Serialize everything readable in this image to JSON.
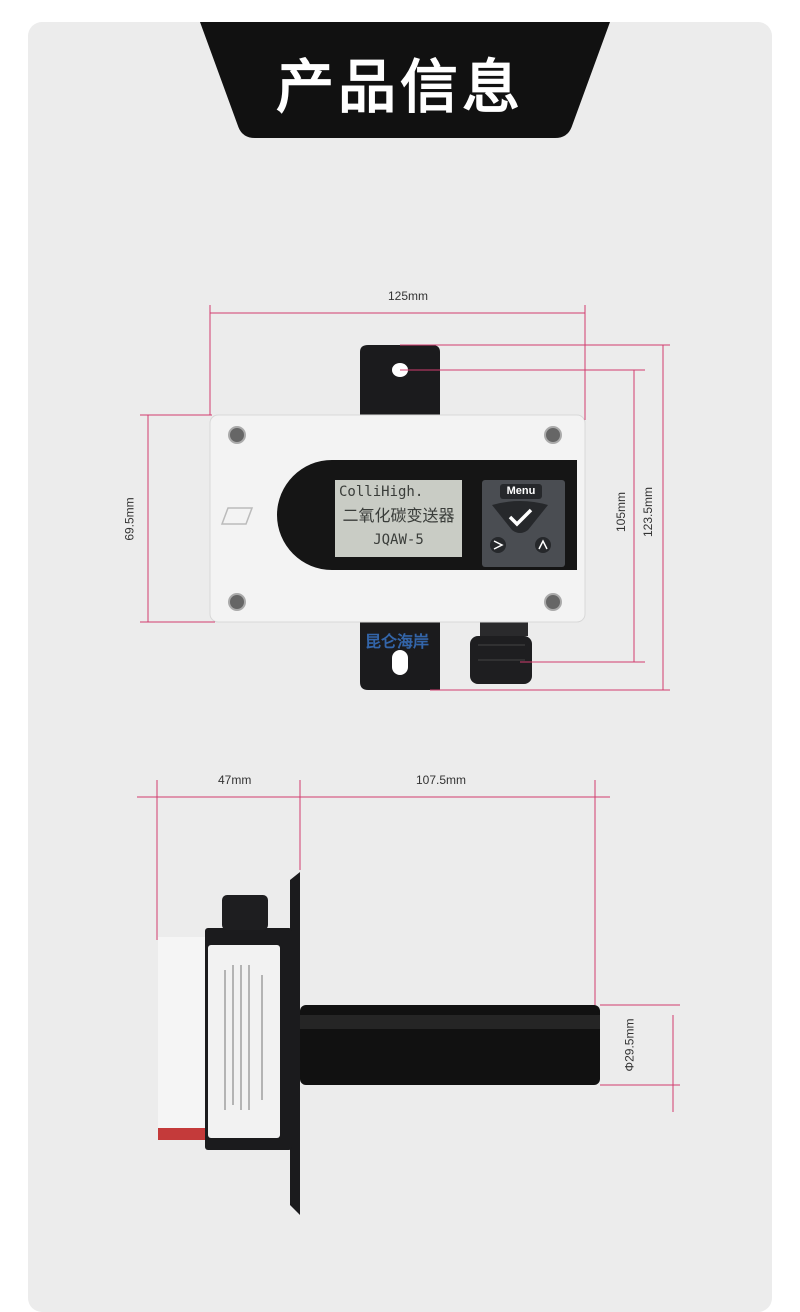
{
  "header": {
    "title": "产品信息"
  },
  "front_view": {
    "width_label": "125mm",
    "height_label": "69.5mm",
    "mount_height_label": "105mm",
    "total_height_label": "123.5mm",
    "display": {
      "line1": "ColliHigh.",
      "line2": "二氧化碳变送器",
      "line3": "JQAW-5"
    },
    "keypad": {
      "menu_label": "Menu"
    },
    "watermark": "昆仑海岸"
  },
  "side_view": {
    "depth_label": "47mm",
    "probe_length_label": "107.5mm",
    "probe_diameter_label": "Φ29.5mm"
  },
  "colors": {
    "dimension_line": "#d23c6e",
    "background": "#ececec",
    "title_bg": "#111111"
  }
}
